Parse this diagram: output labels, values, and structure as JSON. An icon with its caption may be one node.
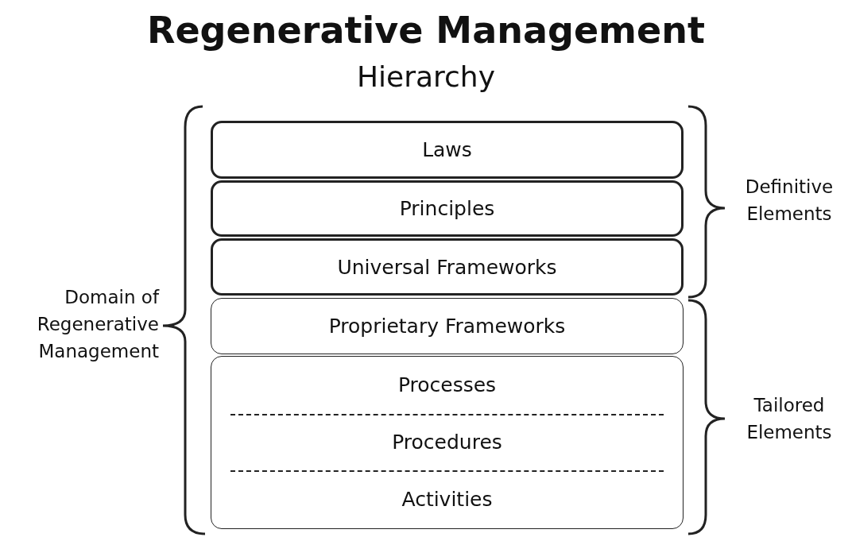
{
  "diagram": {
    "title": "Regenerative Management",
    "nodes": [
      {
        "text": [
          "Laws"
        ]
      },
      {
        "text": [
          "Principles"
        ]
      },
      {
        "text": [
          "Universal Frameworks"
        ]
      },
      {
        "text": [
          "Proprietary Frameworks"
        ]
      },
      {
        "text": [
          "Processes",
          "Procedures",
          "Activities"
        ]
      }
    ],
    "labels": [
      "Hierarchy",
      "Definitive Elements",
      "Domain of Regenerative Management",
      "Tailored Elements"
    ]
  }
}
